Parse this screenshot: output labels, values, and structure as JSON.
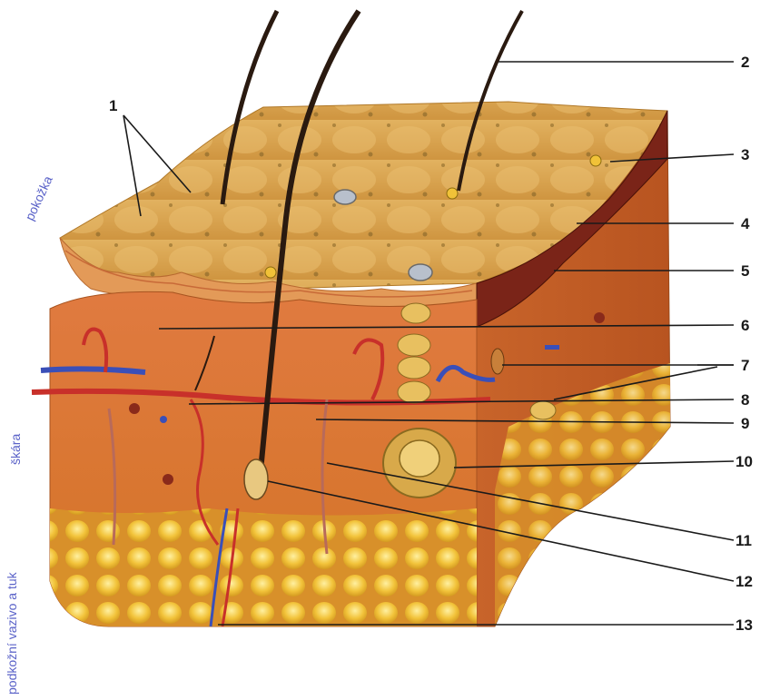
{
  "side_labels": {
    "epidermis": "pokožka",
    "dermis": "škára",
    "subcutis": "podkožní vazivo a tuk"
  },
  "callouts": [
    "1",
    "2",
    "3",
    "4",
    "5",
    "6",
    "7",
    "8",
    "9",
    "10",
    "11",
    "12",
    "13"
  ],
  "colors": {
    "side_label": "#5a62c8",
    "skin_surface": "#d9a24a",
    "dermis": "#d8783a",
    "fat": "#e8b83a",
    "deep_dermis": "#8a2a1a",
    "artery": "#c8302a",
    "vein": "#3a4fb8",
    "hair": "#2a1a10",
    "gland": "#d8a94a"
  }
}
